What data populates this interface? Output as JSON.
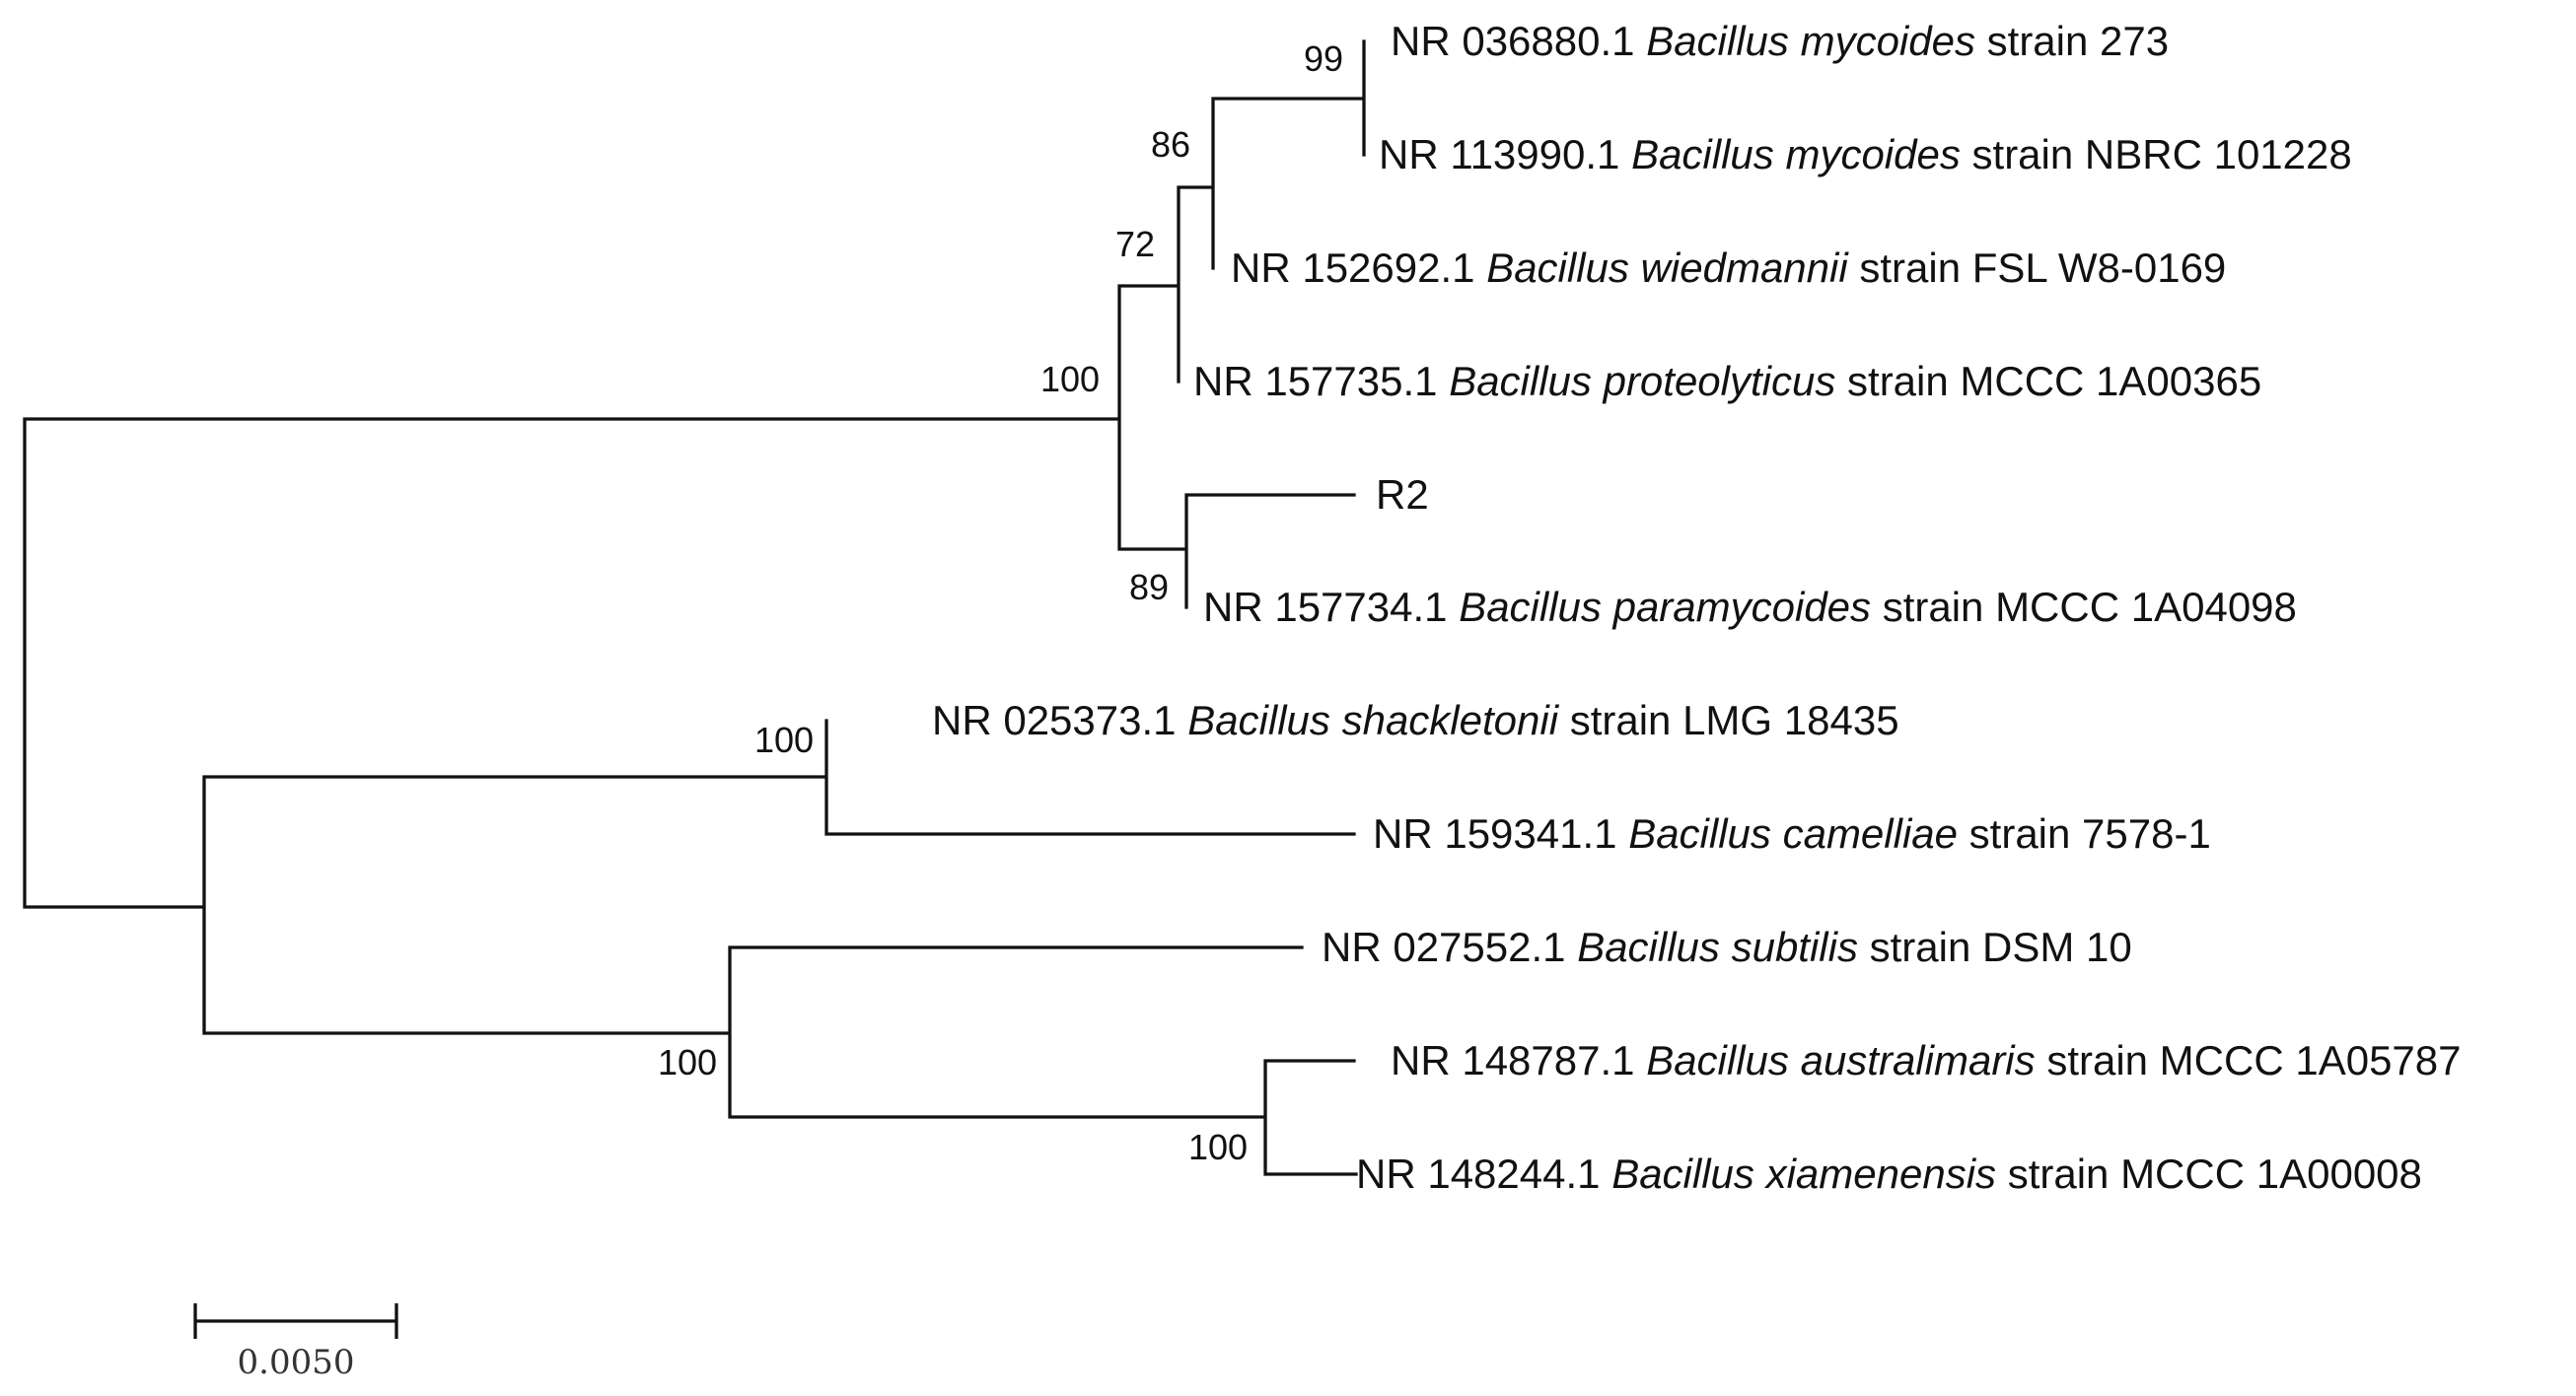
{
  "tree": {
    "leaves": [
      {
        "id": "myc273",
        "accession": "NR 036880.1",
        "species": "Bacillus mycoides",
        "strain": "strain 273"
      },
      {
        "id": "mycNBRC",
        "accession": "NR 113990.1",
        "species": "Bacillus mycoides",
        "strain": "strain NBRC 101228"
      },
      {
        "id": "wied",
        "accession": "NR 152692.1",
        "species": "Bacillus wiedmannii",
        "strain": "strain FSL W8-0169"
      },
      {
        "id": "prot",
        "accession": "NR 157735.1",
        "species": "Bacillus proteolyticus",
        "strain": "strain MCCC 1A00365"
      },
      {
        "id": "r2",
        "accession": "",
        "species": "",
        "strain": "R2"
      },
      {
        "id": "param",
        "accession": "NR 157734.1",
        "species": "Bacillus paramycoides",
        "strain": "strain MCCC 1A04098"
      },
      {
        "id": "shack",
        "accession": "NR 025373.1",
        "species": "Bacillus shackletonii",
        "strain": "strain LMG 18435"
      },
      {
        "id": "cam",
        "accession": "NR 159341.1",
        "species": "Bacillus camelliae",
        "strain": "strain 7578-1"
      },
      {
        "id": "sub",
        "accession": "NR 027552.1",
        "species": "Bacillus subtilis",
        "strain": "strain DSM 10"
      },
      {
        "id": "aus",
        "accession": "NR 148787.1",
        "species": "Bacillus australimaris",
        "strain": "strain MCCC 1A05787"
      },
      {
        "id": "xia",
        "accession": "NR 148244.1",
        "species": "Bacillus xiamenensis",
        "strain": "strain MCCC 1A00008"
      }
    ],
    "bootstrap": [
      {
        "clade": "mycoides-pair",
        "value": "99"
      },
      {
        "clade": "mycoides-wiedmannii",
        "value": "86"
      },
      {
        "clade": "proteolyticus-group",
        "value": "72"
      },
      {
        "clade": "cereus-group",
        "value": "100"
      },
      {
        "clade": "r2-paramycoides",
        "value": "89"
      },
      {
        "clade": "shackletonii-camelliae",
        "value": "100"
      },
      {
        "clade": "subtilis-group",
        "value": "100"
      },
      {
        "clade": "australimaris-xiamenensis",
        "value": "100"
      }
    ]
  },
  "scale_bar": {
    "label": "0.0050",
    "value": 0.005
  }
}
